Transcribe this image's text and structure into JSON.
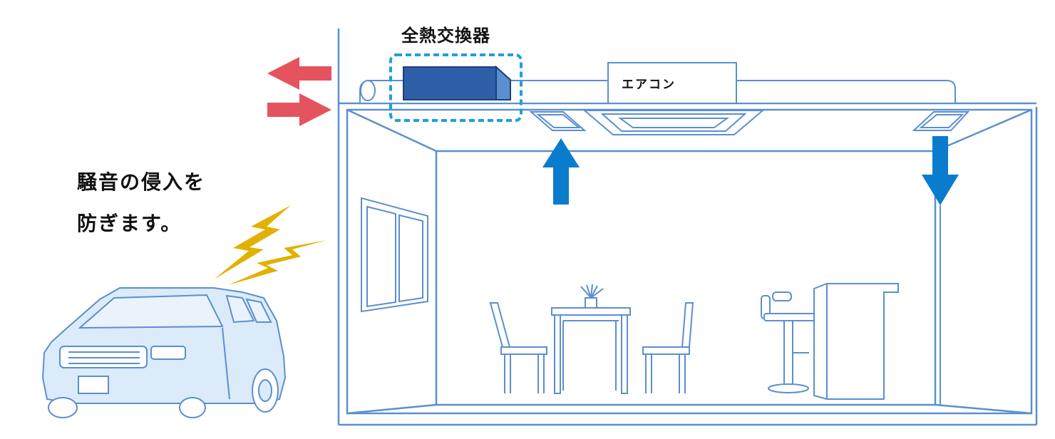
{
  "diagram": {
    "title_label": "全熱交換器",
    "ac_label": "エアコン",
    "caption_line1": "騒音の侵入を",
    "caption_line2": "防ぎます。"
  },
  "colors": {
    "line_blue": "#5b8fcf",
    "fill_light_blue": "#dcebf9",
    "exchanger_blue": "#2f5ea8",
    "dashed_cyan": "#1ea0dc",
    "red_arrow": "#e5535f",
    "airflow_blue": "#0a7ccd",
    "lightning_yellow": "#e2b100"
  },
  "icons": [
    "exhaust-arrow-icon",
    "intake-arrow-icon",
    "lightning-icon",
    "car-icon",
    "plant-icon"
  ]
}
